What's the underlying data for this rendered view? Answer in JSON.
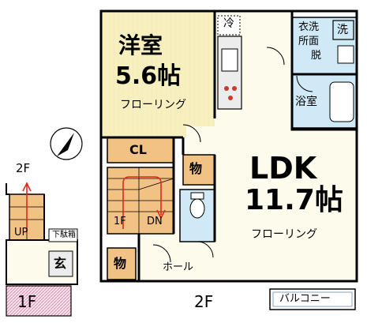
{
  "rooms": {
    "western": {
      "name": "洋室",
      "size": "5.6帖",
      "floor": "フローリング"
    },
    "ldk": {
      "name": "LDK",
      "size": "11.7帖",
      "floor": "フローリング"
    },
    "closet": "CL",
    "storage_top": "物",
    "storage_bottom": "物",
    "fridge": "冷",
    "washer": "洗",
    "dressing": "衣洗\n所面\n脱",
    "dressing_lines": [
      "衣洗",
      "所面",
      "脱"
    ],
    "bath": "浴室",
    "hall": "ホール",
    "balcony": "バルコニー",
    "stairs_up_floor": "1F",
    "stairs_dn": "DN"
  },
  "floors": {
    "main": "2F",
    "side_upper": "2F",
    "side_lower": "1F"
  },
  "entrance": {
    "up": "UP",
    "shoe_box": "下駄箱",
    "genkan": "玄"
  },
  "colors": {
    "western_floor": "#f7efbe",
    "ldk_floor": "#fdfbec",
    "wet_area": "#cfe9f6",
    "storage": "#f2c184",
    "stairs_red": "#e0281c",
    "entry_hatch": "#f2b2cf",
    "wall": "#000000"
  }
}
